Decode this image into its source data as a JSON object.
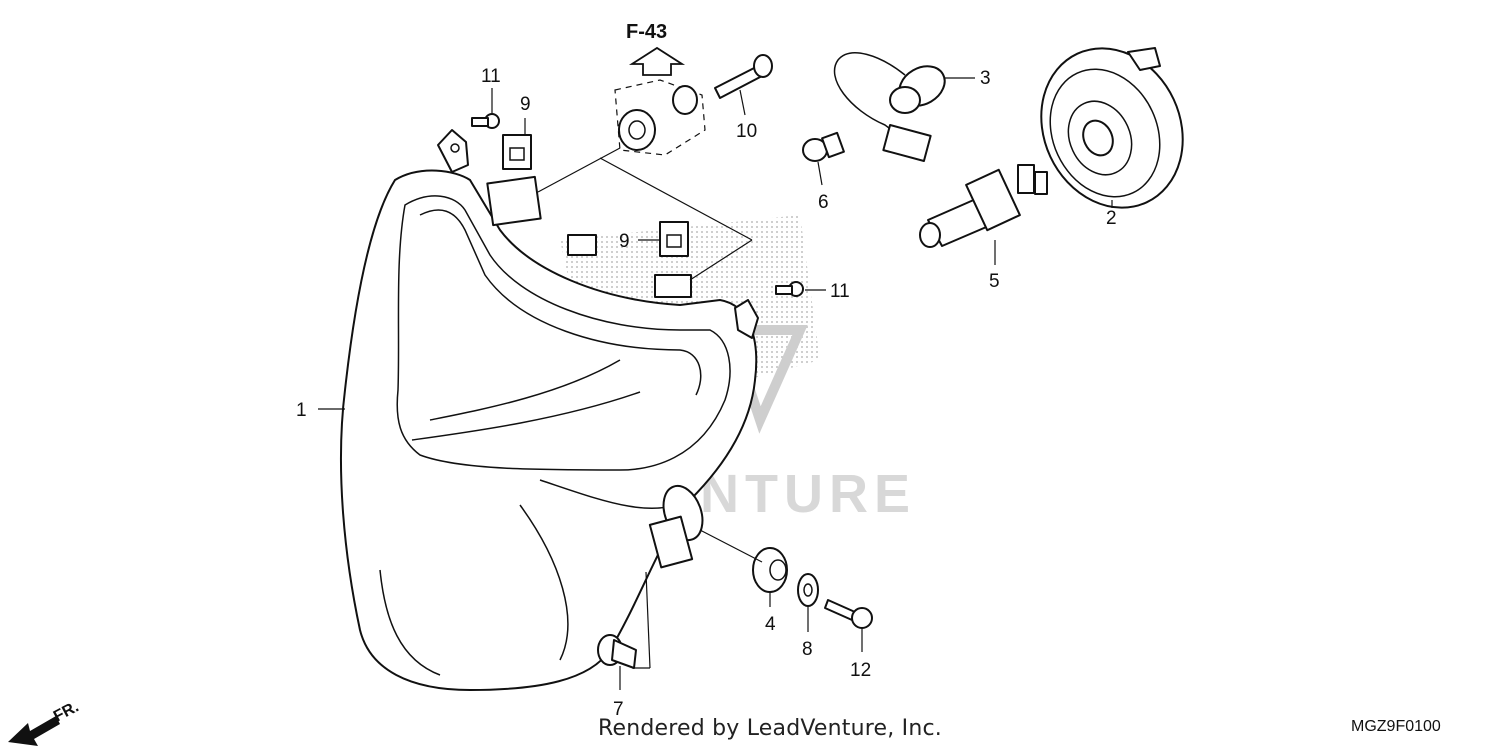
{
  "diagram": {
    "callouts": {
      "c1": "1",
      "c2": "2",
      "c3": "3",
      "c4": "4",
      "c5": "5",
      "c6": "6",
      "c7": "7",
      "c8": "8",
      "c9a": "9",
      "c9b": "9",
      "c10": "10",
      "c11a": "11",
      "c11b": "11",
      "c12": "12"
    },
    "reference": "F-43",
    "front_marker": "FR.",
    "watermark": "LEADVENTURE",
    "credit": "Rendered by LeadVenture, Inc.",
    "diagram_code": "MGZ9F0100"
  }
}
